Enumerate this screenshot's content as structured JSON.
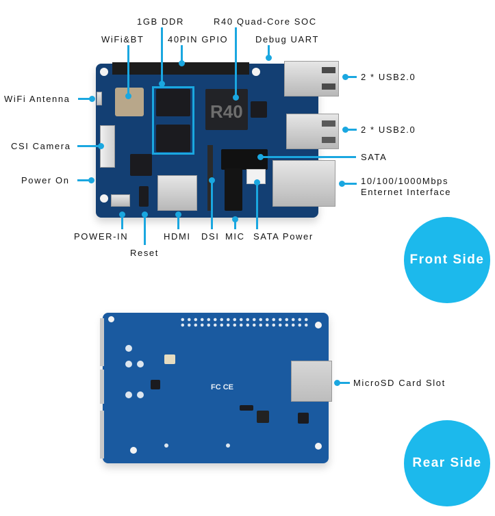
{
  "front": {
    "badge": "Front Side",
    "chip_mark": "R40",
    "labels": {
      "ddr": "1GB DDR",
      "soc": "R40 Quad-Core SOC",
      "wifibt": "WiFi&BT",
      "gpio": "40PIN GPIO",
      "uart": "Debug UART",
      "antenna": "WiFi Antenna",
      "csi": "CSI Camera",
      "poweron": "Power On",
      "usb1": "2 * USB2.0",
      "usb2": "2 * USB2.0",
      "sata": "SATA",
      "eth_line1": "10/100/1000Mbps",
      "eth_line2": "Enternet Interface",
      "powerin": "POWER-IN",
      "reset": "Reset",
      "hdmi": "HDMI",
      "dsi": "DSI",
      "mic": "MIC",
      "satapower": "SATA Power"
    }
  },
  "rear": {
    "badge": "Rear Side",
    "cert_mark": "FC CE",
    "labels": {
      "microsd": "MicroSD Card Slot"
    }
  },
  "colors": {
    "accent": "#1aa7e0",
    "badge": "#1cb9ec",
    "pcb_front": "#133f73",
    "pcb_rear": "#1a5aa0"
  }
}
